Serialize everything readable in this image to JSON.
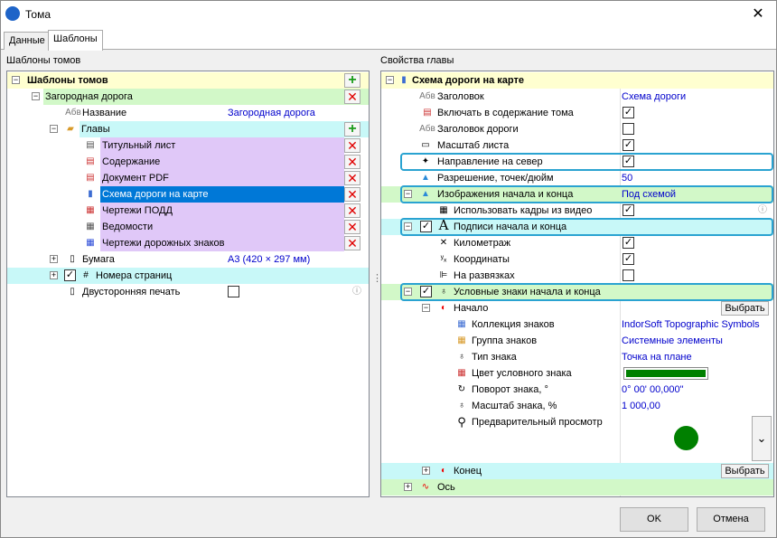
{
  "window": {
    "title": "Тома"
  },
  "tabs": [
    {
      "label": "Данные"
    },
    {
      "label": "Шаблоны"
    }
  ],
  "left": {
    "section_title": "Шаблоны томов",
    "root": "Шаблоны томов",
    "road": "Загородная дорога",
    "name_label": "Название",
    "name_value": "Загородная дорога",
    "chapters": "Главы",
    "items": [
      "Титульный лист",
      "Содержание",
      "Документ PDF",
      "Схема дороги на карте",
      "Чертежи ПОДД",
      "Ведомости",
      "Чертежи дорожных знаков"
    ],
    "paper_label": "Бумага",
    "paper_value": "А3 (420 × 297 мм)",
    "pages": "Номера страниц",
    "duplex": "Двусторонняя печать"
  },
  "right": {
    "section_title": "Свойства главы",
    "root": "Схема дороги на карте",
    "rows": {
      "title_label": "Заголовок",
      "title_value": "Схема дороги",
      "include": "Включать в содержание тома",
      "road_title": "Заголовок дороги",
      "scale": "Масштаб листа",
      "north": "Направление на север",
      "dpi_label": "Разрешение, точек/дюйм",
      "dpi_value": "50",
      "images_label": "Изображения начала и конца",
      "images_value": "Под схемой",
      "video": "Использовать кадры из видео",
      "captions": "Подписи начала и конца",
      "km": "Километраж",
      "coords": "Координаты",
      "junctions": "На развязках",
      "signs": "Условные знаки начала и конца",
      "start": "Начало",
      "collection_label": "Коллекция знаков",
      "collection_value": "IndorSoft Topographic Symbols",
      "group_label": "Группа знаков",
      "group_value": "Системные элементы",
      "type_label": "Тип знака",
      "type_value": "Точка на плане",
      "color_label": "Цвет условного знака",
      "rotate_label": "Поворот знака, °",
      "rotate_value": "0° 00' 00,000\"",
      "scale2_label": "Масштаб знака, %",
      "scale2_value": "1 000,00",
      "preview_label": "Предварительный просмотр",
      "end": "Конец",
      "axis": "Ось"
    },
    "choose": "Выбрать"
  },
  "buttons": {
    "ok": "OK",
    "cancel": "Отмена"
  },
  "colors": {
    "yellow": "#ffffd0",
    "green": "#d2f8c8",
    "purple": "#e0c8f8",
    "cyan": "#c8f8f8",
    "selected": "#0078d7",
    "highlight": "#2aa3d1",
    "swatch": "#008000"
  }
}
